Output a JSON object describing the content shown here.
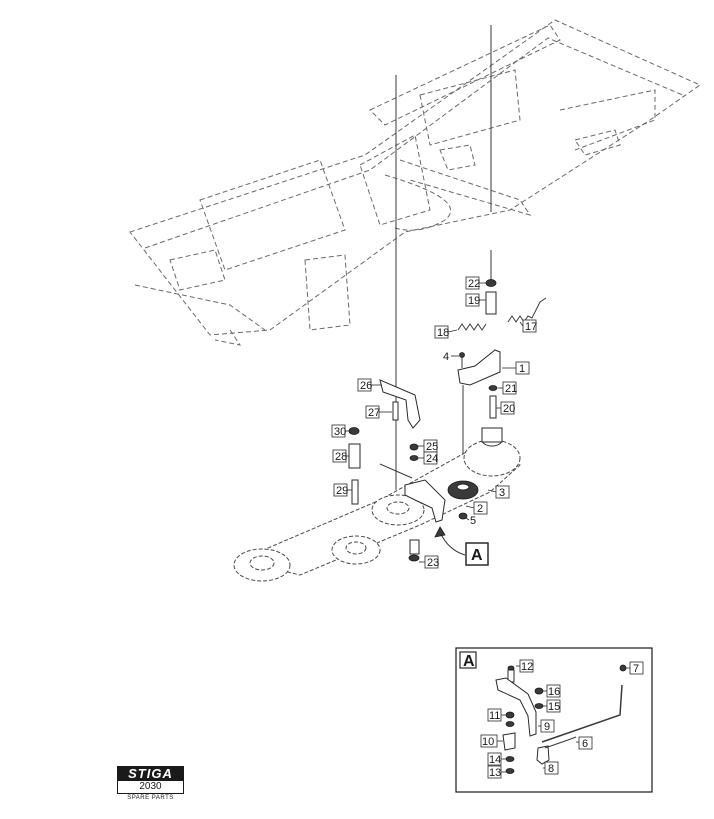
{
  "callouts": [
    "1",
    "2",
    "3",
    "4",
    "5",
    "17",
    "18",
    "19",
    "20",
    "21",
    "22",
    "23",
    "24",
    "25",
    "26",
    "27",
    "28",
    "29",
    "30"
  ],
  "detail_callouts": [
    "6",
    "7",
    "8",
    "9",
    "10",
    "11",
    "12",
    "13",
    "14",
    "15",
    "16"
  ],
  "view_marker": "A",
  "detail_title": "A",
  "brand": {
    "name": "STIGA",
    "model": "2030",
    "caption": "SPARE PARTS"
  }
}
